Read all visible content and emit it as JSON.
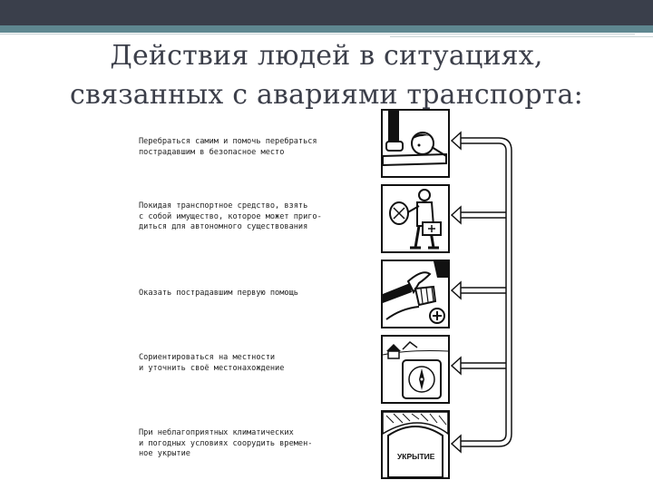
{
  "slide": {
    "title_line1": "Действия людей в ситуациях,",
    "title_line2": "связанных с авариями транспорта:"
  },
  "steps": [
    {
      "lines": [
        "Перебраться самим и помочь перебраться",
        "пострадавшим в безопасное место"
      ]
    },
    {
      "lines": [
        "Покидая транспортное средство, взять",
        "с собой имущество, которое может приго-",
        "диться для автономного существования"
      ]
    },
    {
      "lines": [
        "Оказать пострадавшим первую помощь"
      ]
    },
    {
      "lines": [
        "Сориентироваться на местности",
        "и уточнить своё местонахождение"
      ]
    },
    {
      "lines": [
        "При неблагоприятных климатических",
        "и погодных условиях соорудить времен-",
        "ное укрытие"
      ]
    }
  ],
  "shelter_label": "УКРЫТИЕ",
  "colors": {
    "top_bar": "#3a3f4b",
    "accent_bar": "#5f8790",
    "title": "#3c3f4a"
  }
}
